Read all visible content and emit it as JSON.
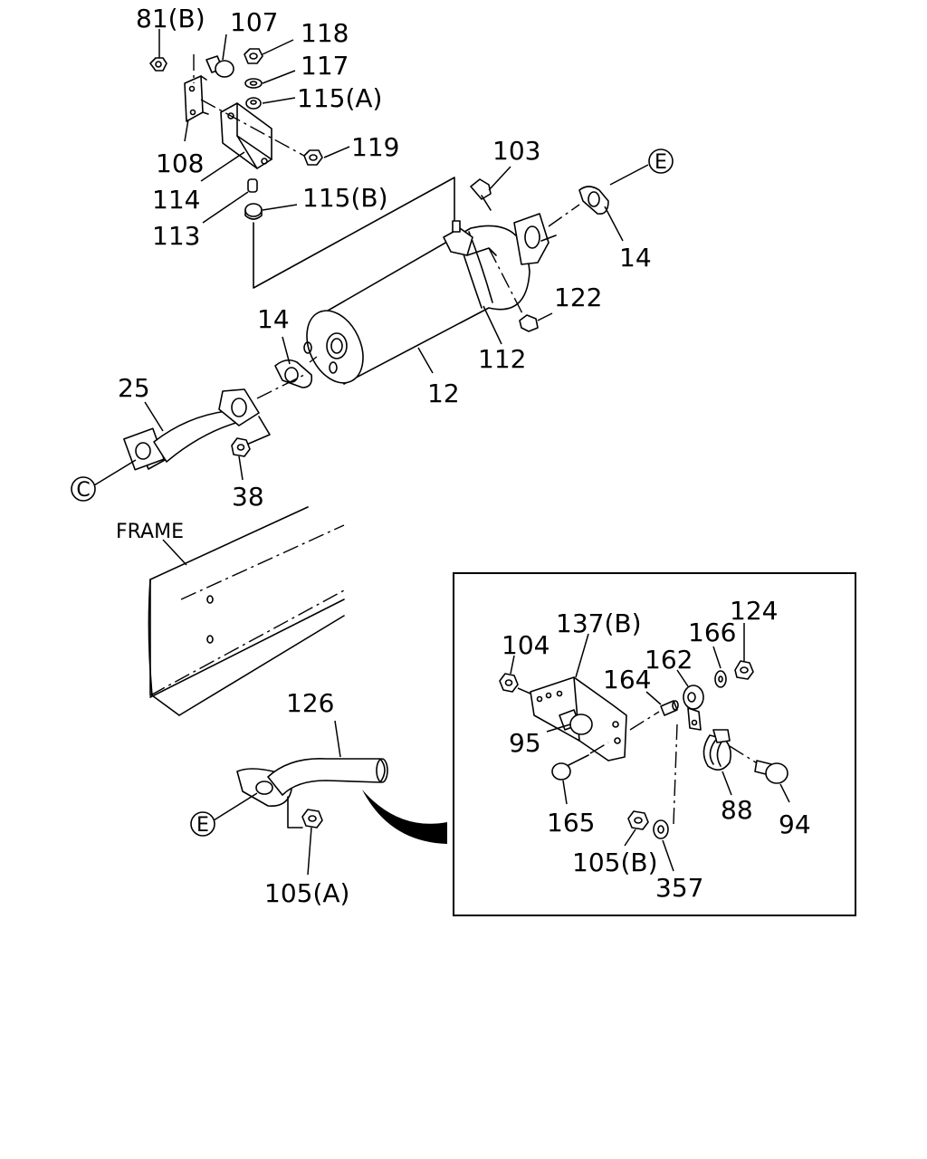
{
  "labels": {
    "l81b": "81(B)",
    "l107": "107",
    "l118": "118",
    "l117": "117",
    "l115a": "115(A)",
    "l119": "119",
    "l108": "108",
    "l114": "114",
    "l113": "113",
    "l115b": "115(B)",
    "l103": "103",
    "l14a": "14",
    "l122": "122",
    "l112": "112",
    "l14b": "14",
    "l12": "12",
    "l25": "25",
    "l38": "38",
    "frame": "FRAME",
    "l126": "126",
    "l105a": "105(A)",
    "l137b": "137(B)",
    "l104": "104",
    "l166": "166",
    "l124": "124",
    "l162": "162",
    "l164": "164",
    "l95": "95",
    "l165": "165",
    "l88": "88",
    "l94": "94",
    "l105b": "105(B)",
    "l357": "357"
  },
  "connectors": {
    "e_top": "E",
    "c_left": "C",
    "e_bottom": "E"
  }
}
